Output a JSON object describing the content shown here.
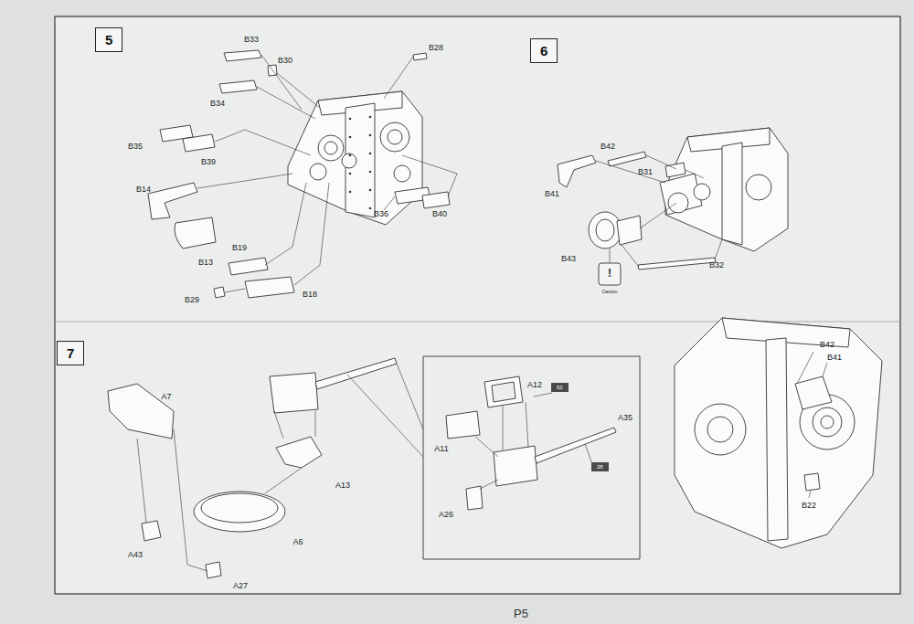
{
  "diagram": {
    "nodes": [
      {
        "text": [
          "5"
        ]
      },
      {
        "text": [
          "6"
        ]
      },
      {
        "text": [
          "7"
        ]
      },
      {
        "text": [
          "52"
        ]
      },
      {
        "text": [
          "28"
        ]
      }
    ],
    "labels": [
      "B33",
      "B30",
      "B28",
      "B34",
      "B35",
      "B39",
      "B14",
      "B13",
      "B19",
      "B29",
      "B18",
      "B36",
      "B40",
      "B42",
      "B31",
      "B41",
      "B43",
      "B32",
      "!",
      "Caution",
      "A7",
      "A13",
      "A6",
      "A43",
      "A27",
      "A12",
      "A11",
      "A35",
      "A26",
      "B42",
      "B41",
      "B22",
      "P5"
    ]
  }
}
